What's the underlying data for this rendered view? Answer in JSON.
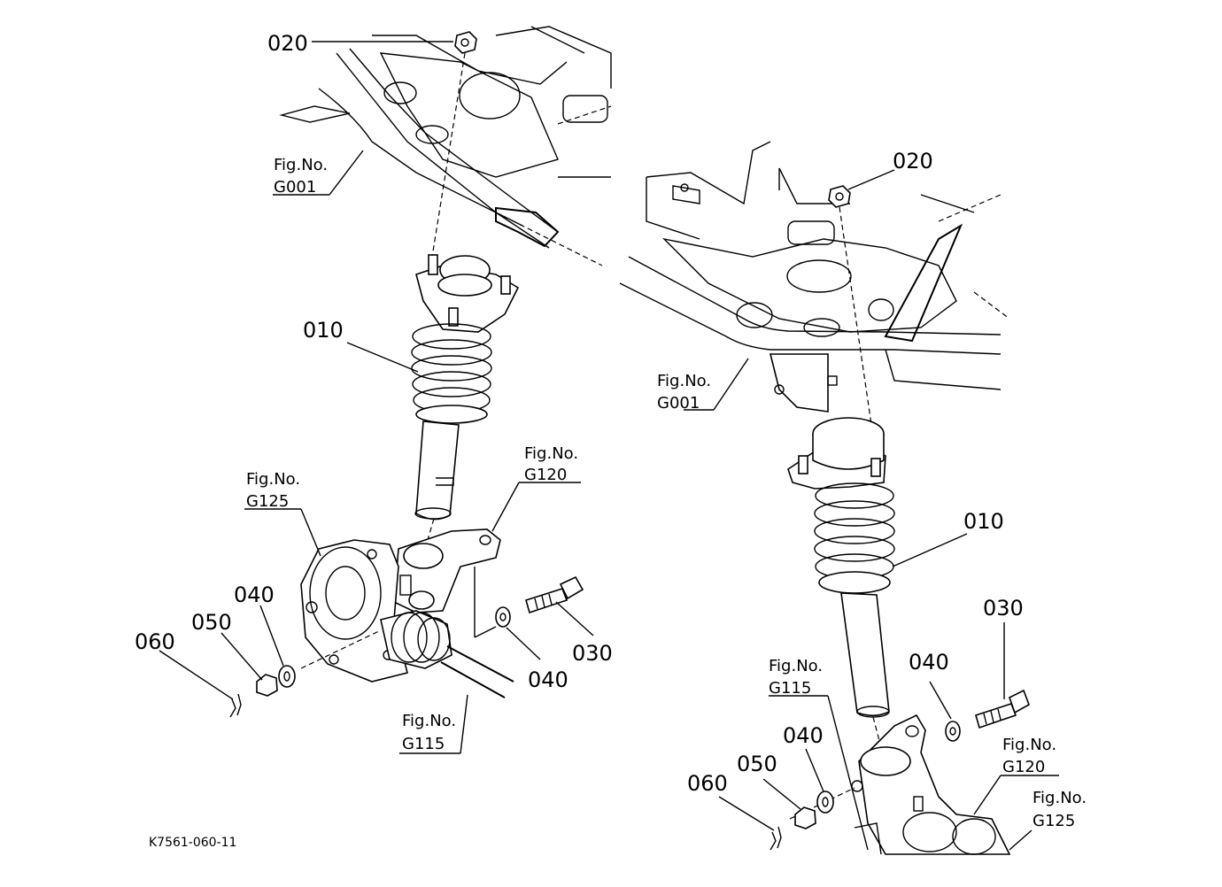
{
  "left": {
    "p020": "020",
    "p010": "010",
    "p030": "030",
    "p040a": "040",
    "p040b": "040",
    "p050": "050",
    "p060": "060",
    "fig_g001": {
      "a": "Fig.No.",
      "b": "G001"
    },
    "fig_g120": {
      "a": "Fig.No.",
      "b": "G120"
    },
    "fig_g125": {
      "a": "Fig.No.",
      "b": "G125"
    },
    "fig_g115": {
      "a": "Fig.No.",
      "b": "G115"
    }
  },
  "right": {
    "p020": "020",
    "p010": "010",
    "p030": "030",
    "p040a": "040",
    "p040b": "040",
    "p050": "050",
    "p060": "060",
    "fig_g001": {
      "a": "Fig.No.",
      "b": "G001"
    },
    "fig_g115": {
      "a": "Fig.No.",
      "b": "G115"
    },
    "fig_g120": {
      "a": "Fig.No.",
      "b": "G120"
    },
    "fig_g125": {
      "a": "Fig.No.",
      "b": "G125"
    }
  },
  "drawing_code": "K7561-060-11"
}
